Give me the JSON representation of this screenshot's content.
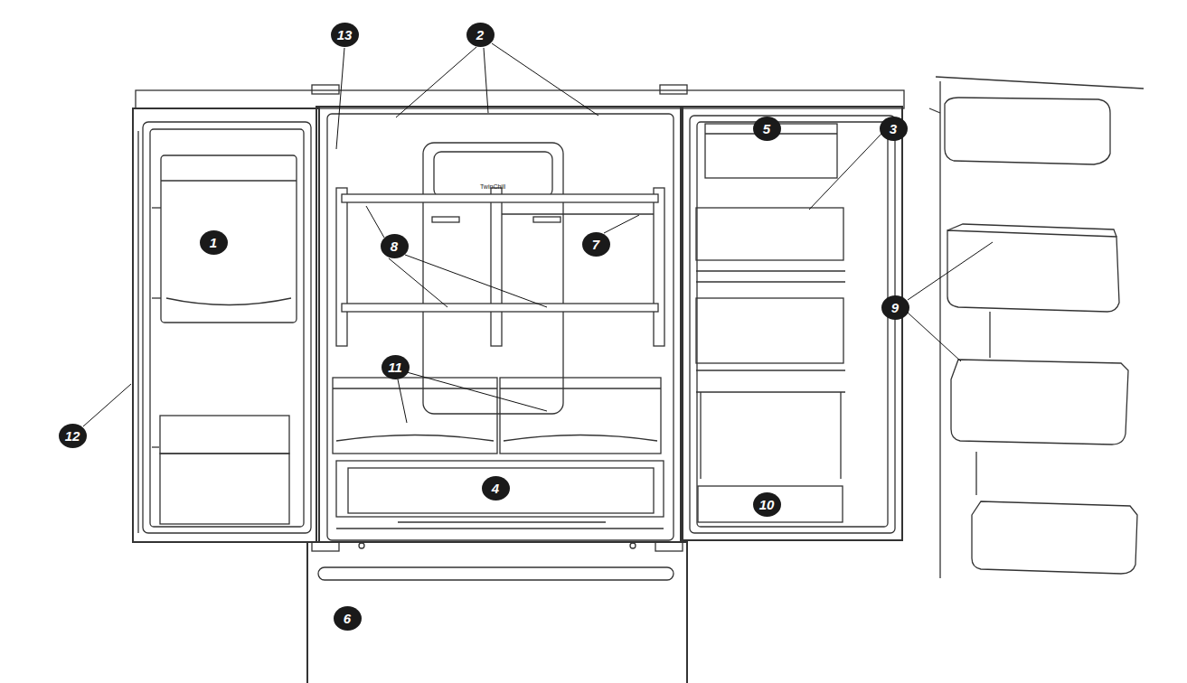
{
  "diagram": {
    "labels": [
      "13",
      "2",
      "5",
      "3",
      "1",
      "TwinChill",
      "8",
      "7",
      "9",
      "11",
      "12",
      "4",
      "10",
      "6"
    ]
  }
}
